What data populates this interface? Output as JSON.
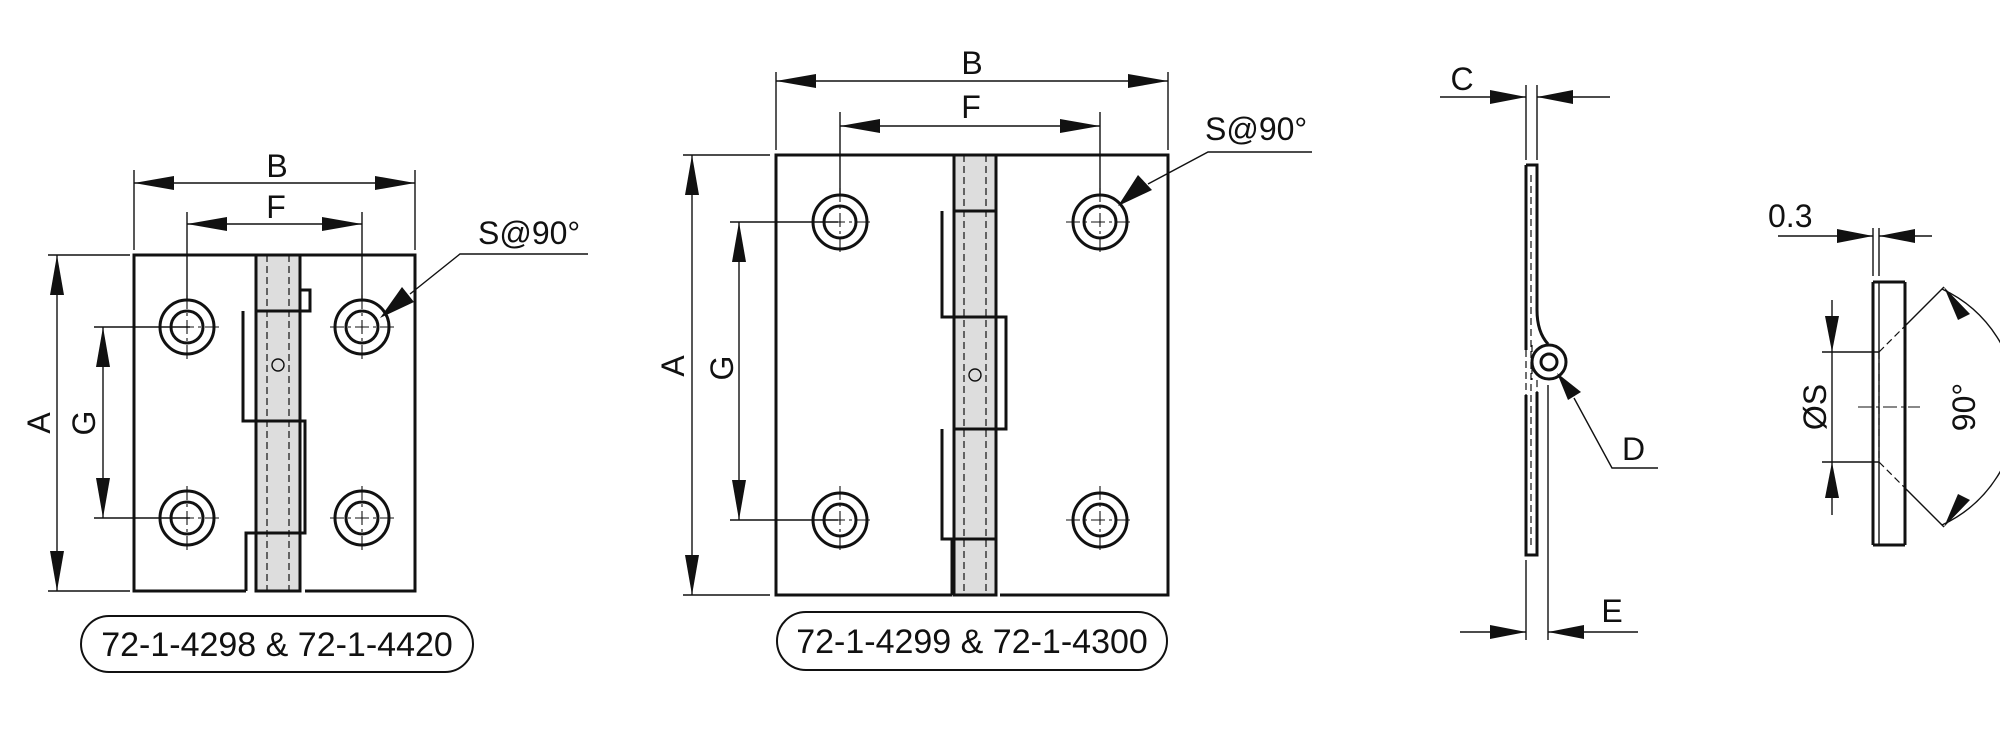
{
  "views": {
    "small_hinge": {
      "dimensions": {
        "width": "B",
        "hole_spacing_x": "F",
        "height": "A",
        "hole_spacing_y": "G",
        "countersink": "S@90°"
      },
      "part_numbers": "72-1-4298 & 72-1-4420"
    },
    "large_hinge": {
      "dimensions": {
        "width": "B",
        "hole_spacing_x": "F",
        "height": "A",
        "hole_spacing_y": "G",
        "countersink": "S@90°"
      },
      "part_numbers": "72-1-4299 & 72-1-4300"
    },
    "side_view": {
      "dimensions": {
        "leaf_thickness": "C",
        "pin_diameter": "D",
        "offset": "E"
      }
    },
    "countersink_detail": {
      "dimensions": {
        "edge": "0.3",
        "diameter": "ØS",
        "angle": "90°"
      }
    }
  }
}
